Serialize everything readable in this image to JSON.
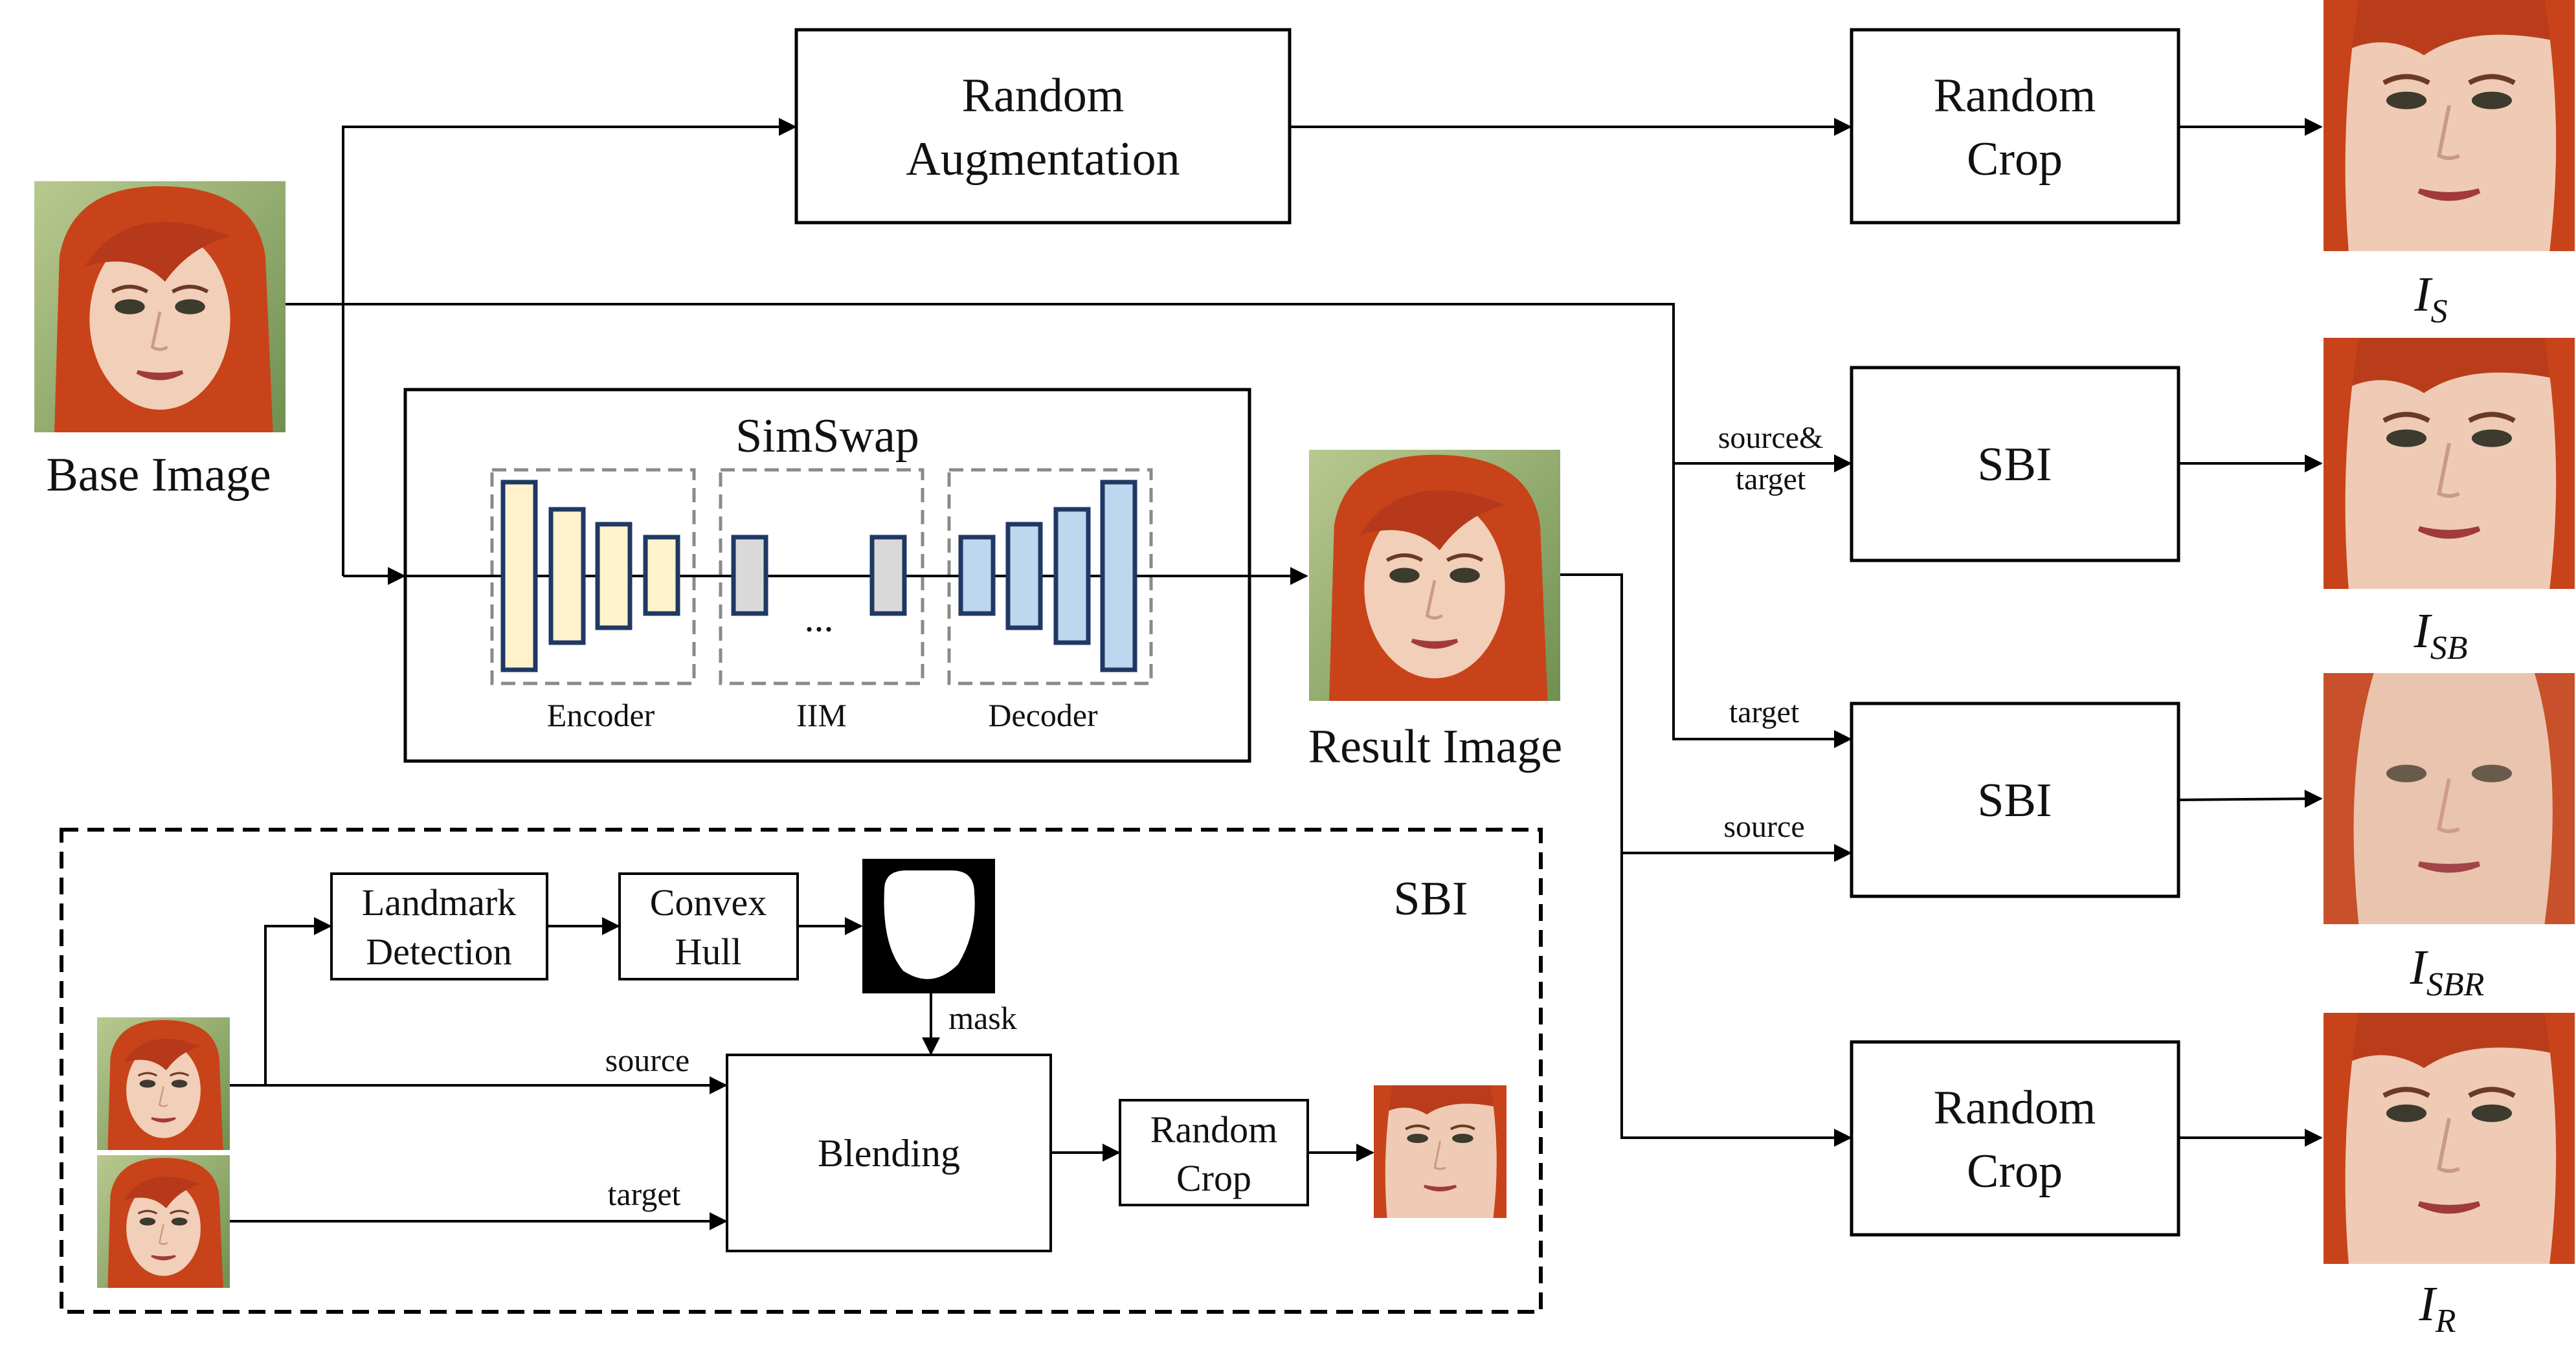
{
  "pipeline": {
    "base_image_label": "Base Image",
    "result_image_label": "Result Image",
    "random_augmentation": [
      "Random",
      "Augmentation"
    ],
    "random_crop_top": [
      "Random",
      "Crop"
    ],
    "random_crop_bottom": [
      "Random",
      "Crop"
    ],
    "sbi_box_1": "SBI",
    "sbi_box_2": "SBI",
    "edge_source_target": [
      "source&",
      "target"
    ],
    "edge_target": "target",
    "edge_source": "source"
  },
  "simswap": {
    "title": "SimSwap",
    "encoder_label": "Encoder",
    "iim_label": "IIM",
    "decoder_label": "Decoder",
    "ellipsis": "..."
  },
  "outputs": [
    {
      "name": "I",
      "sub": "S"
    },
    {
      "name": "I",
      "sub": "SB"
    },
    {
      "name": "I",
      "sub": "SBR"
    },
    {
      "name": "I",
      "sub": "R"
    }
  ],
  "sbi_detail": {
    "title": "SBI",
    "landmark": [
      "Landmark",
      "Detection"
    ],
    "convex": [
      "Convex",
      "Hull"
    ],
    "mask_label": "mask",
    "blending": "Blending",
    "random_crop": [
      "Random",
      "Crop"
    ],
    "source_label": "source",
    "target_label": "target"
  },
  "colors": {
    "encoder_fill": "#fff2cc",
    "iim_fill": "#d9d9d9",
    "decoder_fill": "#bdd7ee",
    "block_stroke": "#1f3864",
    "hair": "#c8431a",
    "skin": "#f1cfb8",
    "background_green": "#7a9a58"
  }
}
